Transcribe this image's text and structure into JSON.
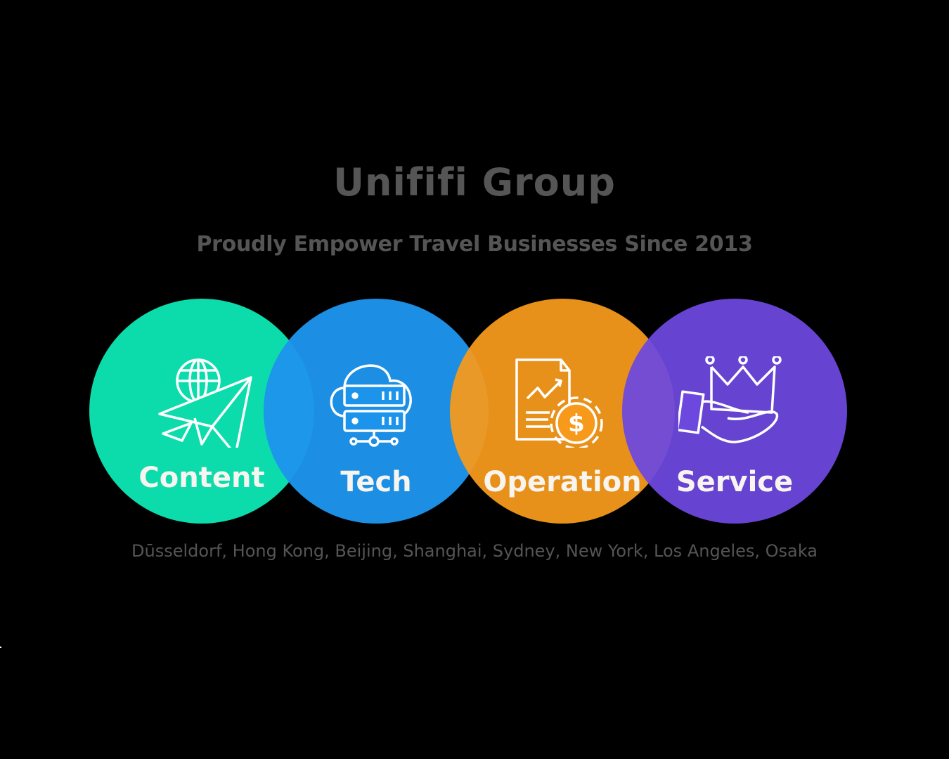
{
  "header": {
    "title": "Unififi Group",
    "subtitle": "Proudly Empower Travel Businesses Since 2013"
  },
  "pillars": [
    {
      "label": "Content",
      "icon": "paper-plane-globe-icon",
      "color": "#0cdcab"
    },
    {
      "label": "Tech",
      "icon": "cloud-server-icon",
      "color": "#1d94ec"
    },
    {
      "label": "Operation",
      "icon": "report-gear-dollar-icon",
      "color": "#f79a1c"
    },
    {
      "label": "Service",
      "icon": "hand-crown-icon",
      "color": "#6c48de"
    }
  ],
  "footer": {
    "cities": "Dūsseldorf, Hong Kong, Beijing, Shanghai, Sydney, New York, Los Angeles, Osaka"
  }
}
